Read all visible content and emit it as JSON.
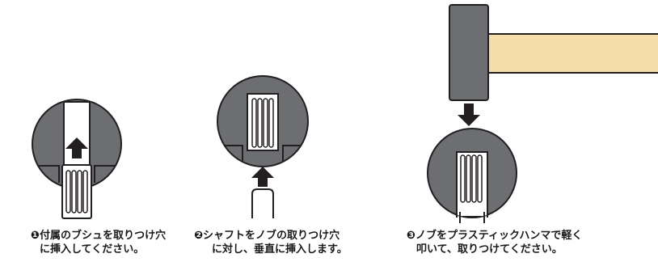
{
  "steps": [
    {
      "line1": "❶付属のブシュを取りつけ穴",
      "line2": "に挿入してください。"
    },
    {
      "line1": "❷シャフトをノブの取りつけ穴",
      "line2": "に対し、垂直に挿入します。"
    },
    {
      "line1": "❸ノブをプラスティックハンマで軽く",
      "line2": "叩いて、取りつけてください。"
    }
  ],
  "colors": {
    "knob_fill": "#6d6e71",
    "outline": "#231f20",
    "part_fill": "#ffffff",
    "arrow": "#231f20",
    "hammer_head": "#6d6e71",
    "hammer_handle": "#f5deaa"
  }
}
